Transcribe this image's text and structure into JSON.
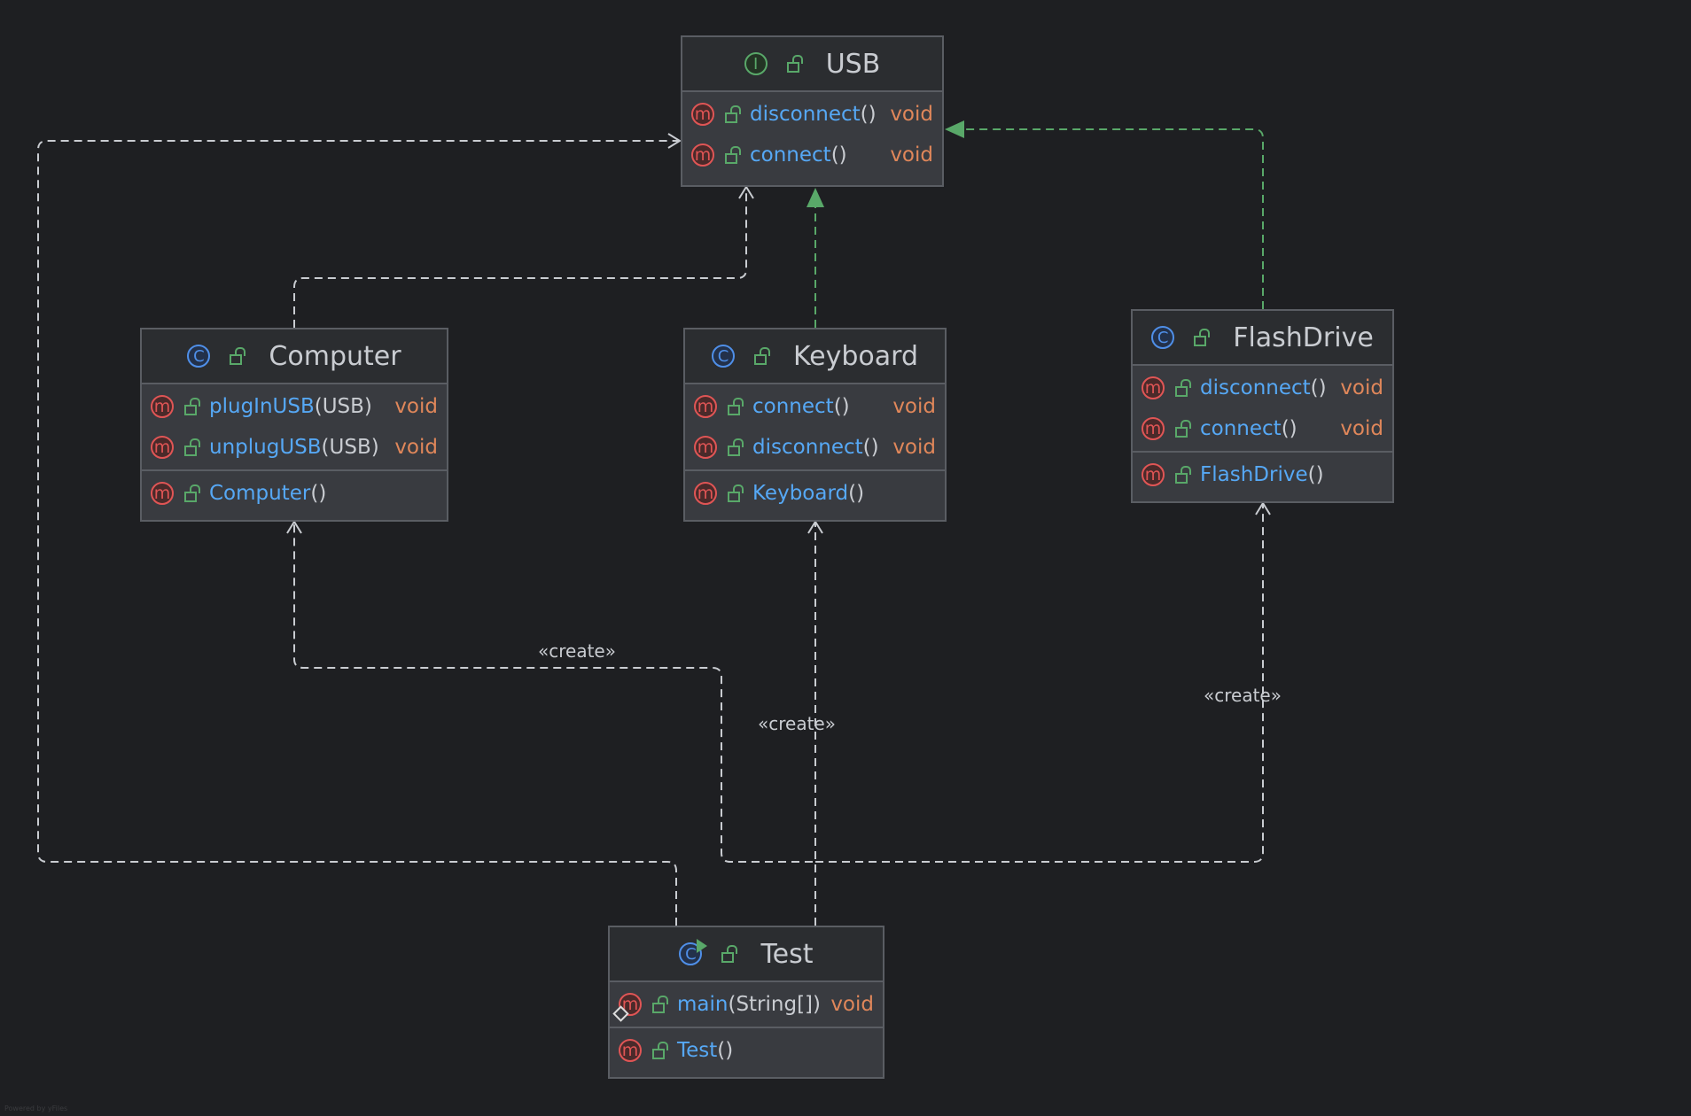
{
  "colors": {
    "background": "#1e1f22",
    "method_name": "#56a8f5",
    "return_type": "#e0875a",
    "realization": "#59a869",
    "dependency": "#c9ccd1"
  },
  "classes": {
    "usb": {
      "kind": "interface",
      "icon": "interface-icon",
      "name": "USB",
      "sections": [
        [
          {
            "name": "disconnect",
            "params": "()",
            "ret": "void"
          },
          {
            "name": "connect",
            "params": "()",
            "ret": "void"
          }
        ]
      ]
    },
    "computer": {
      "kind": "class",
      "icon": "class-icon",
      "name": "Computer",
      "sections": [
        [
          {
            "name": "plugInUSB",
            "params": "(USB)",
            "ret": "void"
          },
          {
            "name": "unplugUSB",
            "params": "(USB)",
            "ret": "void"
          }
        ],
        [
          {
            "name": "Computer",
            "params": "()",
            "ret": ""
          }
        ]
      ]
    },
    "keyboard": {
      "kind": "class",
      "icon": "class-icon",
      "name": "Keyboard",
      "sections": [
        [
          {
            "name": "connect",
            "params": "()",
            "ret": "void"
          },
          {
            "name": "disconnect",
            "params": "()",
            "ret": "void"
          }
        ],
        [
          {
            "name": "Keyboard",
            "params": "()",
            "ret": ""
          }
        ]
      ]
    },
    "flashdrive": {
      "kind": "class",
      "icon": "class-icon",
      "name": "FlashDrive",
      "sections": [
        [
          {
            "name": "disconnect",
            "params": "()",
            "ret": "void"
          },
          {
            "name": "connect",
            "params": "()",
            "ret": "void"
          }
        ],
        [
          {
            "name": "FlashDrive",
            "params": "()",
            "ret": ""
          }
        ]
      ]
    },
    "test": {
      "kind": "runnable-class",
      "icon": "runnable-class-icon",
      "name": "Test",
      "sections": [
        [
          {
            "name": "main",
            "params": "(String[])",
            "ret": "void"
          }
        ],
        [
          {
            "name": "Test",
            "params": "()",
            "ret": ""
          }
        ]
      ]
    }
  },
  "edge_labels": {
    "create1": "«create»",
    "create2": "«create»",
    "create3": "«create»"
  },
  "footer": "Powered by yFiles"
}
